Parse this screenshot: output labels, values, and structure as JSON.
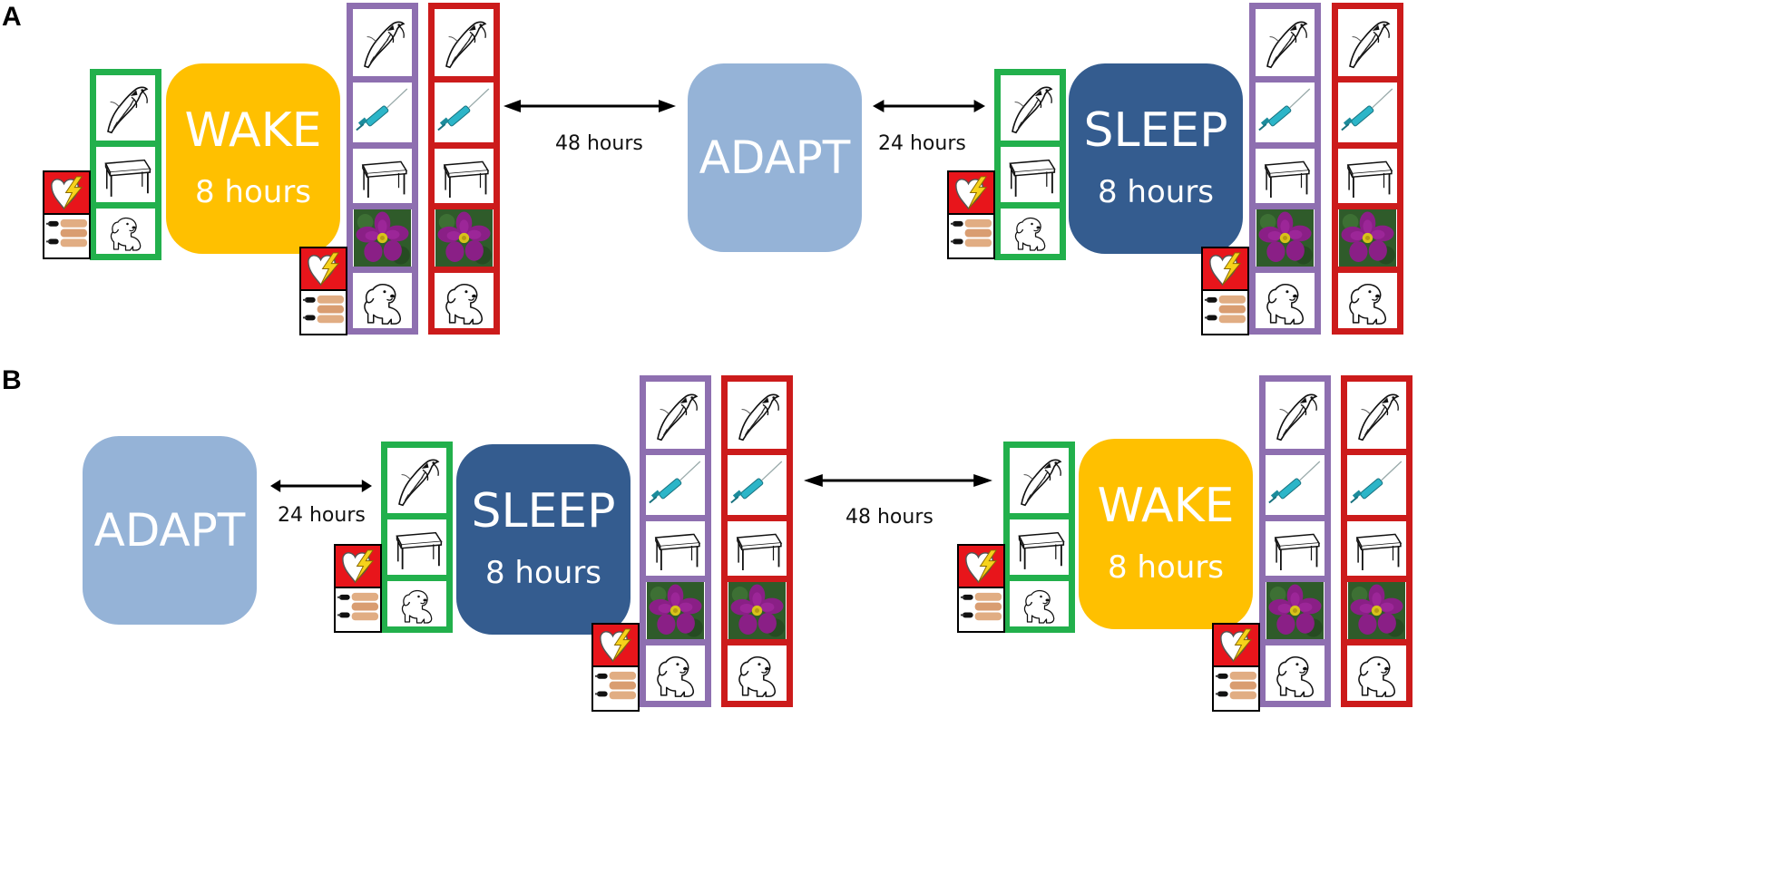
{
  "panels": {
    "a": {
      "label": "A",
      "block1": {
        "title": "WAKE",
        "duration": "8 hours"
      },
      "block2": {
        "title": "ADAPT"
      },
      "block3": {
        "title": "SLEEP",
        "duration": "8 hours"
      },
      "interval1": "48 hours",
      "interval2": "24 hours"
    },
    "b": {
      "label": "B",
      "block1": {
        "title": "ADAPT"
      },
      "block2": {
        "title": "SLEEP",
        "duration": "8 hours"
      },
      "block3": {
        "title": "WAKE",
        "duration": "8 hours"
      },
      "interval1": "24 hours",
      "interval2": "48 hours"
    }
  },
  "colors": {
    "wake": "#FFC000",
    "sleep": "#345C8F",
    "adapt": "#95B3D7",
    "learned_border": "#22B04C",
    "test_border": "#8E6FB0",
    "retest_border": "#CC1B1B",
    "shock_red": "#E8151B"
  },
  "icons": [
    "bird-icon",
    "syringe-icon",
    "table-icon",
    "flower-icon",
    "dog-icon",
    "heart-shock-icon",
    "electrode-fingers-icon"
  ]
}
